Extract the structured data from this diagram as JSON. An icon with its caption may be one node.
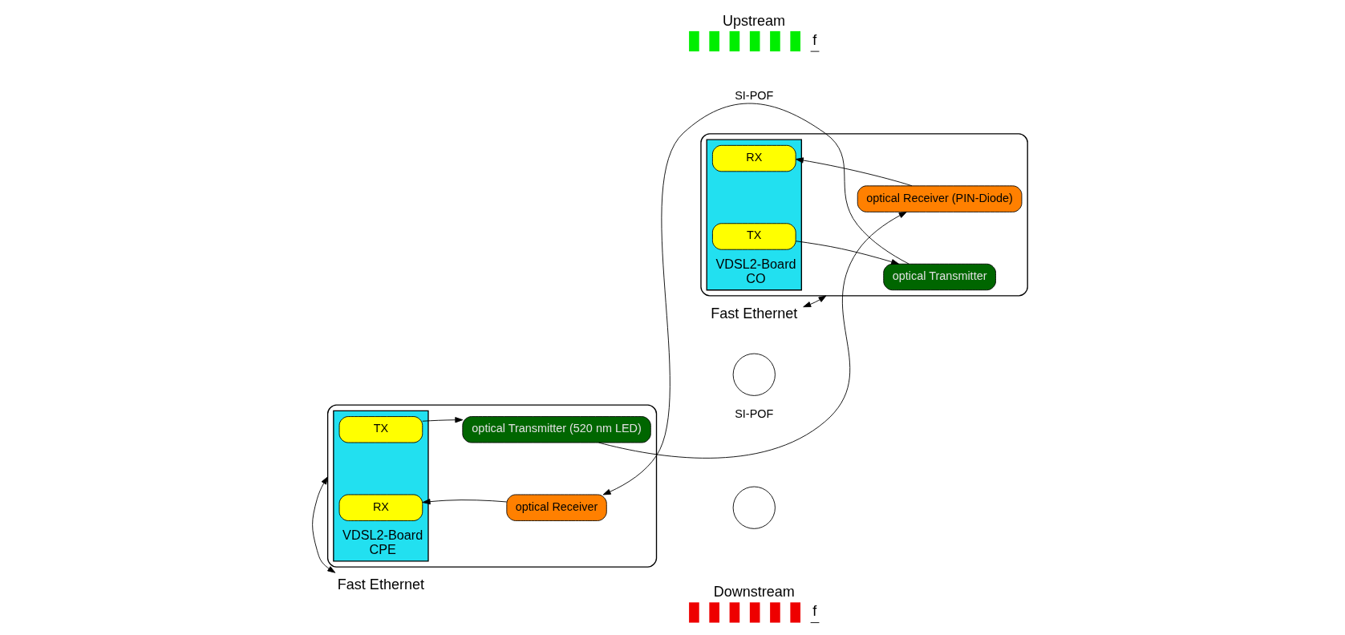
{
  "diagram": {
    "nodes": [
      {
        "text": [
          "Fast Ethernet"
        ]
      },
      {
        "text": [],
        "shape": "box"
      },
      {
        "text": [
          "VDSL2-Board",
          "CPE"
        ],
        "in": 1
      },
      {
        "text": [
          "TX"
        ],
        "in": 2
      },
      {
        "text": [
          "RX"
        ],
        "in": 2
      },
      {
        "text": [
          "optical Transmitter (520 nm LED)"
        ],
        "in": 1
      },
      {
        "text": [
          "optical Receiver"
        ],
        "in": 1
      },
      {
        "text": [],
        "shape": "circle"
      },
      {
        "text": [],
        "shape": "circle"
      },
      {
        "text": [
          "Fast Ethernet"
        ]
      },
      {
        "text": [],
        "shape": "box"
      },
      {
        "text": [
          "optical Receiver (PIN-Diode)"
        ],
        "in": 10
      },
      {
        "text": [
          "optical Transmitter"
        ],
        "in": 10
      },
      {
        "text": [
          "VDSL2-Board",
          "CO"
        ],
        "in": 10
      },
      {
        "text": [
          "RX"
        ],
        "in": 13
      },
      {
        "text": [
          "TX"
        ],
        "in": 13
      }
    ],
    "edges": [
      {
        "from": 0,
        "to": 1,
        "arrow": "both"
      },
      {
        "from": 3,
        "to": 5,
        "arrow": "to"
      },
      {
        "from": 5,
        "to": 11,
        "arrow": "to",
        "label": "SI-POF"
      },
      {
        "from": 11,
        "to": 14,
        "arrow": "to"
      },
      {
        "from": 15,
        "to": 12,
        "arrow": "to"
      },
      {
        "from": 12,
        "to": 6,
        "arrow": "to",
        "label": "SI-POF"
      },
      {
        "from": 6,
        "to": 4,
        "arrow": "to"
      },
      {
        "from": 9,
        "to": 10,
        "arrow": "both"
      }
    ],
    "labels": [
      "Upstream",
      "f",
      "Downstream",
      "f"
    ]
  }
}
